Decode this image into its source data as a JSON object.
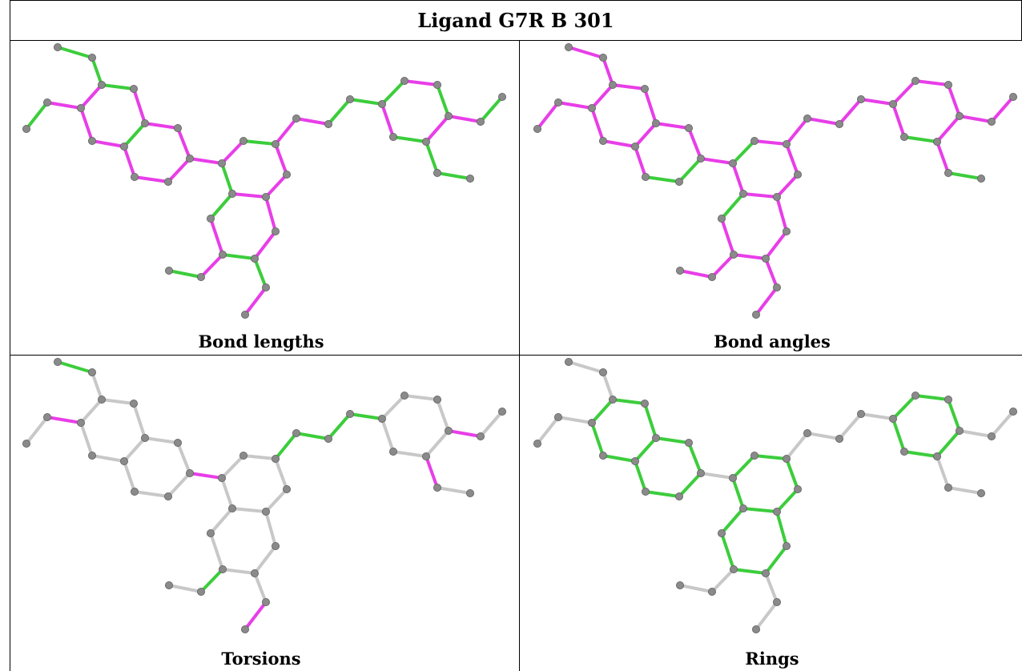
{
  "title": "Ligand G7R B 301",
  "colors": {
    "outlier": "#e83ee8",
    "ok": "#3ccd3c",
    "neutral": "#c8c8c8",
    "atom": "#8a8a8a",
    "background": "#ffffff"
  },
  "panels": [
    {
      "id": "bond-lengths",
      "caption": "Bond lengths",
      "bonds": {
        "rA1": "ok",
        "rA2": "outlier",
        "rA3": "ok",
        "rA4": "outlier",
        "rA5": "outlier",
        "rA6": "outlier",
        "rB1": "outlier",
        "rB2": "outlier",
        "rB3": "outlier",
        "rB4": "outlier",
        "rB5": "outlier",
        "link": "outlier",
        "rC1": "outlier",
        "rC2": "ok",
        "rC3": "outlier",
        "rC4": "outlier",
        "rC5": "outlier",
        "rC6": "ok",
        "rD1": "outlier",
        "rD2": "outlier",
        "rD3": "ok",
        "rD4": "outlier",
        "rD5": "ok",
        "rE1": "outlier",
        "rE2": "ok",
        "rE3": "outlier",
        "rE4": "ok",
        "rE5": "outlier",
        "rE6": "ok",
        "subA1": "ok",
        "subA2": "ok",
        "subA3": "outlier",
        "subA4": "ok",
        "subD1": "ok",
        "subD2": "outlier",
        "subD3": "outlier",
        "subD4": "ok",
        "ch1": "outlier",
        "ch2": "outlier",
        "ch3": "ok",
        "ch4": "ok",
        "ch5": "outlier",
        "subE1": "outlier",
        "subE2": "ok",
        "subE3": "ok",
        "subE4": "ok"
      }
    },
    {
      "id": "bond-angles",
      "caption": "Bond angles",
      "bonds": {
        "rA1": "outlier",
        "rA2": "outlier",
        "rA3": "outlier",
        "rA4": "outlier",
        "rA5": "outlier",
        "rA6": "outlier",
        "rB1": "outlier",
        "rB2": "outlier",
        "rB3": "ok",
        "rB4": "ok",
        "rB5": "outlier",
        "link": "outlier",
        "rC1": "ok",
        "rC2": "outlier",
        "rC3": "outlier",
        "rC4": "outlier",
        "rC5": "outlier",
        "rC6": "outlier",
        "rD1": "outlier",
        "rD2": "outlier",
        "rD3": "outlier",
        "rD4": "outlier",
        "rD5": "ok",
        "rE1": "outlier",
        "rE2": "outlier",
        "rE3": "outlier",
        "rE4": "ok",
        "rE5": "outlier",
        "rE6": "outlier",
        "subA1": "outlier",
        "subA2": "outlier",
        "subA3": "outlier",
        "subA4": "outlier",
        "subD1": "outlier",
        "subD2": "outlier",
        "subD3": "outlier",
        "subD4": "outlier",
        "ch1": "outlier",
        "ch2": "outlier",
        "ch3": "outlier",
        "ch4": "outlier",
        "ch5": "outlier",
        "subE1": "outlier",
        "subE2": "outlier",
        "subE3": "outlier",
        "subE4": "ok"
      }
    },
    {
      "id": "torsions",
      "caption": "Torsions",
      "bonds": {
        "rA1": "neutral",
        "rA2": "neutral",
        "rA3": "neutral",
        "rA4": "neutral",
        "rA5": "neutral",
        "rA6": "neutral",
        "rB1": "neutral",
        "rB2": "neutral",
        "rB3": "neutral",
        "rB4": "neutral",
        "rB5": "neutral",
        "link": "outlier",
        "rC1": "neutral",
        "rC2": "neutral",
        "rC3": "neutral",
        "rC4": "neutral",
        "rC5": "neutral",
        "rC6": "neutral",
        "rD1": "neutral",
        "rD2": "neutral",
        "rD3": "neutral",
        "rD4": "neutral",
        "rD5": "neutral",
        "rE1": "neutral",
        "rE2": "neutral",
        "rE3": "neutral",
        "rE4": "neutral",
        "rE5": "neutral",
        "rE6": "neutral",
        "subA1": "neutral",
        "subA2": "ok",
        "subA3": "outlier",
        "subA4": "neutral",
        "subD1": "neutral",
        "subD2": "outlier",
        "subD3": "ok",
        "subD4": "neutral",
        "ch1": "ok",
        "ch2": "ok",
        "ch3": "ok",
        "ch4": "ok",
        "ch5": "neutral",
        "subE1": "outlier",
        "subE2": "neutral",
        "subE3": "outlier",
        "subE4": "neutral"
      }
    },
    {
      "id": "rings",
      "caption": "Rings",
      "bonds": {
        "rA1": "ok",
        "rA2": "ok",
        "rA3": "ok",
        "rA4": "ok",
        "rA5": "ok",
        "rA6": "ok",
        "rB1": "ok",
        "rB2": "ok",
        "rB3": "ok",
        "rB4": "ok",
        "rB5": "ok",
        "link": "neutral",
        "rC1": "ok",
        "rC2": "ok",
        "rC3": "ok",
        "rC4": "ok",
        "rC5": "ok",
        "rC6": "ok",
        "rD1": "ok",
        "rD2": "ok",
        "rD3": "ok",
        "rD4": "ok",
        "rD5": "ok",
        "rE1": "ok",
        "rE2": "ok",
        "rE3": "ok",
        "rE4": "ok",
        "rE5": "ok",
        "rE6": "ok",
        "subA1": "neutral",
        "subA2": "neutral",
        "subA3": "neutral",
        "subA4": "neutral",
        "subD1": "neutral",
        "subD2": "neutral",
        "subD3": "neutral",
        "subD4": "neutral",
        "ch1": "neutral",
        "ch2": "neutral",
        "ch3": "neutral",
        "ch4": "neutral",
        "ch5": "neutral",
        "subE1": "neutral",
        "subE2": "neutral",
        "subE3": "neutral",
        "subE4": "neutral"
      }
    }
  ]
}
